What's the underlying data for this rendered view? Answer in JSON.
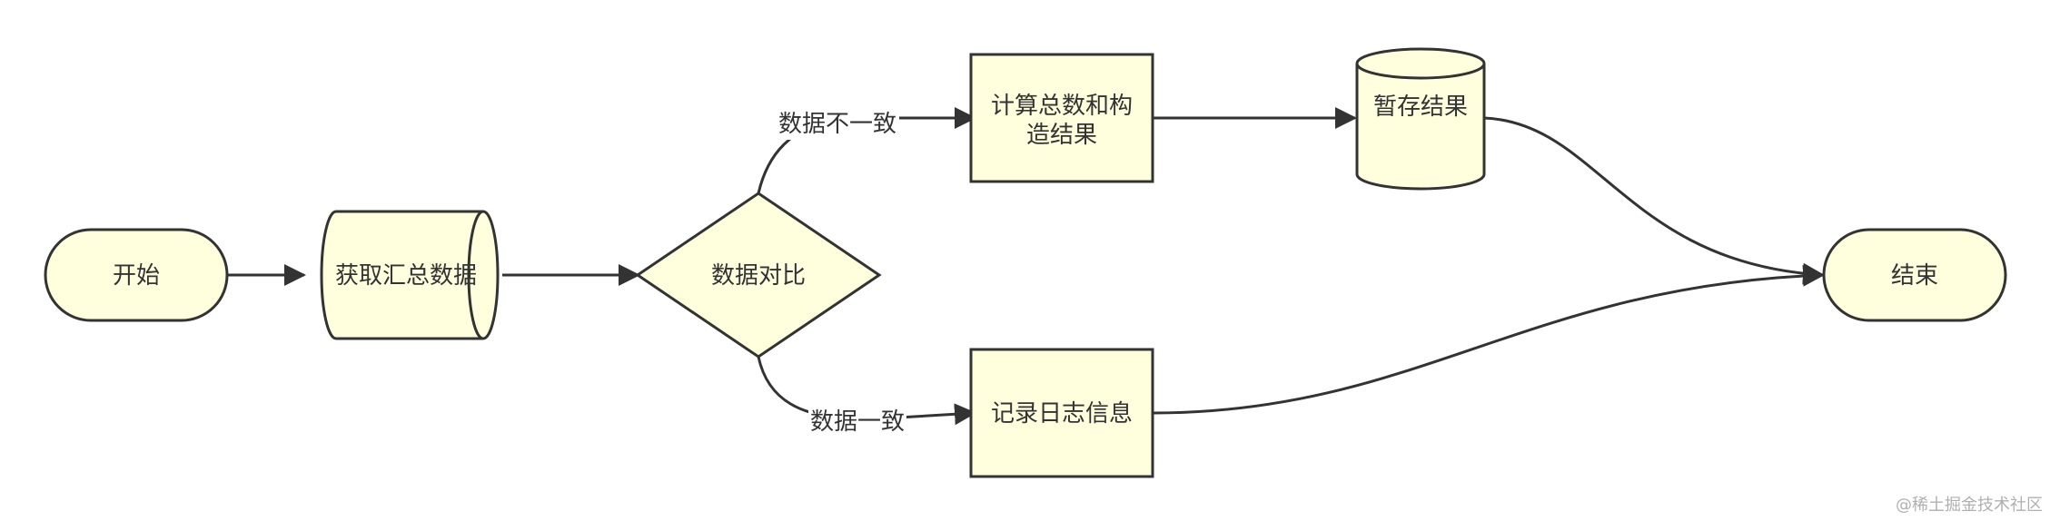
{
  "nodes": {
    "start": "开始",
    "fetch": "获取汇总数据",
    "compare": "数据对比",
    "compute_line1": "计算总数和构",
    "compute_line2": "造结果",
    "temp_store": "暂存结果",
    "log": "记录日志信息",
    "end": "结束"
  },
  "edges": {
    "inconsistent": "数据不一致",
    "consistent": "数据一致"
  },
  "watermark": "@稀土掘金技术社区",
  "colors": {
    "node_fill": "#ffffde",
    "stroke": "#333333",
    "background": "#ffffff"
  }
}
